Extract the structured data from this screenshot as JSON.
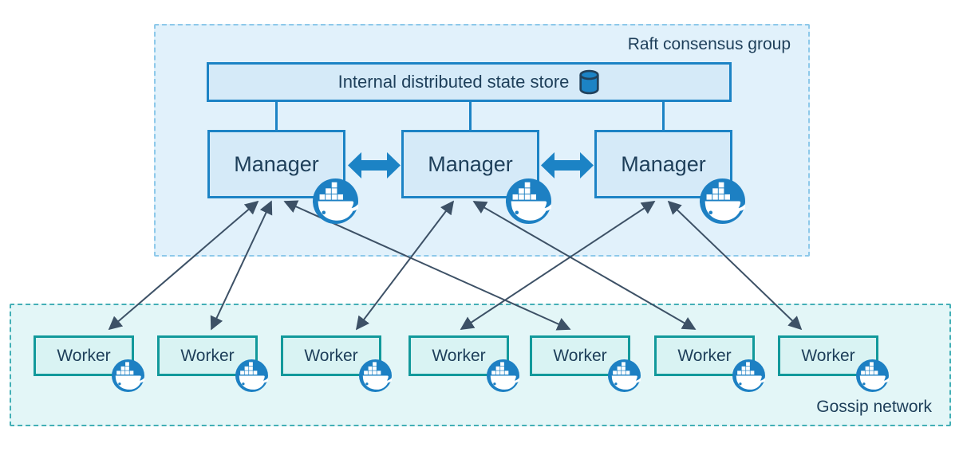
{
  "raft_group": {
    "label": "Raft consensus group",
    "state_store": {
      "label": "Internal distributed state store",
      "icon": "database-cylinder-icon"
    },
    "managers": [
      {
        "label": "Manager",
        "icon": "docker-whale-icon"
      },
      {
        "label": "Manager",
        "icon": "docker-whale-icon"
      },
      {
        "label": "Manager",
        "icon": "docker-whale-icon"
      }
    ]
  },
  "gossip_network": {
    "label": "Gossip network",
    "workers": [
      {
        "label": "Worker",
        "icon": "docker-whale-icon"
      },
      {
        "label": "Worker",
        "icon": "docker-whale-icon"
      },
      {
        "label": "Worker",
        "icon": "docker-whale-icon"
      },
      {
        "label": "Worker",
        "icon": "docker-whale-icon"
      },
      {
        "label": "Worker",
        "icon": "docker-whale-icon"
      },
      {
        "label": "Worker",
        "icon": "docker-whale-icon"
      },
      {
        "label": "Worker",
        "icon": "docker-whale-icon"
      }
    ]
  },
  "connections": {
    "store_links": [
      "Manager 1",
      "Manager 2",
      "Manager 3"
    ],
    "manager_peer_links": [
      {
        "from": "Manager 1",
        "to": "Manager 2",
        "style": "thick-bidirectional"
      },
      {
        "from": "Manager 2",
        "to": "Manager 3",
        "style": "thick-bidirectional"
      }
    ],
    "manager_worker_links": [
      {
        "from": "Manager 1",
        "to": "Worker 1",
        "style": "thin-bidirectional"
      },
      {
        "from": "Manager 1",
        "to": "Worker 2",
        "style": "thin-bidirectional"
      },
      {
        "from": "Manager 1",
        "to": "Worker 5",
        "style": "thin-bidirectional"
      },
      {
        "from": "Manager 2",
        "to": "Worker 3",
        "style": "thin-bidirectional"
      },
      {
        "from": "Manager 2",
        "to": "Worker 6",
        "style": "thin-bidirectional"
      },
      {
        "from": "Manager 3",
        "to": "Worker 4",
        "style": "thin-bidirectional"
      },
      {
        "from": "Manager 3",
        "to": "Worker 7",
        "style": "thin-bidirectional"
      }
    ]
  },
  "colors": {
    "raft_fill": "#e1f1fb",
    "raft_border": "#8ec9ea",
    "blue_node_fill": "#d5eaf8",
    "blue_node_border": "#1c83c5",
    "gossip_fill": "#e3f6f7",
    "gossip_border": "#43afb6",
    "worker_fill": "#d9f3f3",
    "worker_border": "#12999b",
    "text": "#1e3f5a",
    "thick_arrow": "#1c83c5",
    "thin_arrow": "#3d5166",
    "docker_badge": "#1d80c3"
  }
}
